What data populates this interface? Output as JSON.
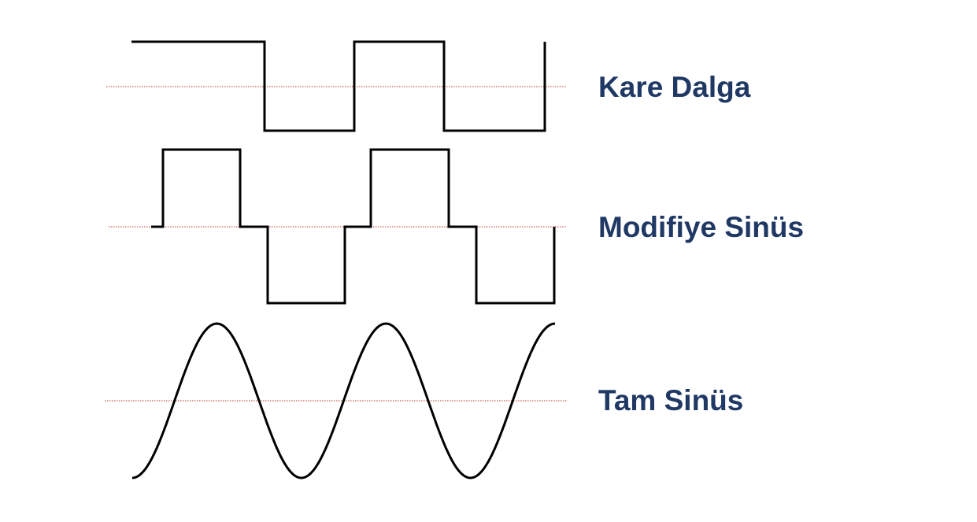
{
  "colors": {
    "background": "#ffffff",
    "waveform": "#000000",
    "baseline": "#c0392b",
    "label": "#1f3864"
  },
  "labels": {
    "square_wave": "Kare Dalga",
    "modified_sine_wave": "Modifiye Sinüs",
    "pure_sine_wave": "Tam Sinüs"
  }
}
